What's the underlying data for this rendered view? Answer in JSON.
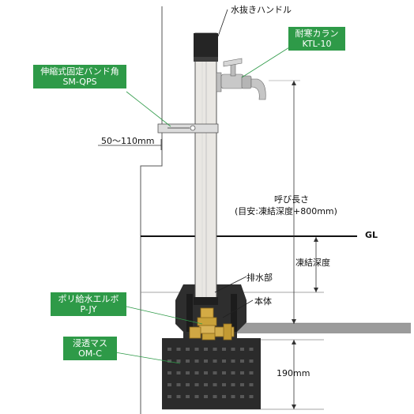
{
  "labels": {
    "drain_handle": "水抜きハンドル",
    "faucet_name": "耐寒カラン",
    "faucet_code": "KTL-10",
    "band_name": "伸縮式固定バンド角",
    "band_code": "SM-QPS",
    "band_range": "50〜110mm",
    "call_length": "呼び長さ",
    "call_length_note": "(目安:凍結深度+800mm)",
    "gl": "GL",
    "frost_depth": "凍結深度",
    "drain_part": "排水部",
    "body": "本体",
    "elbow_name": "ポリ給水エルボ",
    "elbow_code": "P-JY",
    "basin_name": "浸透マス",
    "basin_code": "OM-C",
    "basin_height": "190mm"
  },
  "colors": {
    "callout_green": "#2e9a48",
    "brass": "#c9a23a",
    "pillar": "#e8e6e2",
    "box_dark": "#262626"
  }
}
